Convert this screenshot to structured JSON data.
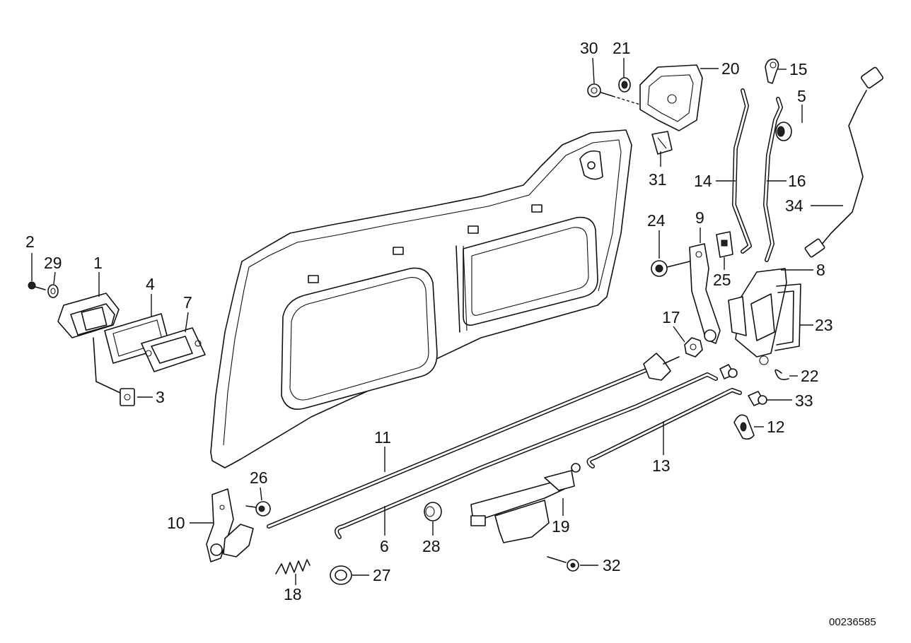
{
  "callouts": {
    "p1": "1",
    "p2": "2",
    "p3": "3",
    "p4": "4",
    "p5": "5",
    "p6": "6",
    "p7": "7",
    "p8": "8",
    "p9": "9",
    "p10": "10",
    "p11": "11",
    "p12": "12",
    "p13": "13",
    "p14": "14",
    "p15": "15",
    "p16": "16",
    "p17": "17",
    "p18": "18",
    "p19": "19",
    "p20": "20",
    "p21": "21",
    "p22": "22",
    "p23": "23",
    "p24": "24",
    "p25": "25",
    "p26": "26",
    "p27": "27",
    "p28": "28",
    "p29": "29",
    "p30": "30",
    "p31": "31",
    "p32": "32",
    "p33": "33",
    "p34": "34"
  },
  "diagram_code": "00236585"
}
